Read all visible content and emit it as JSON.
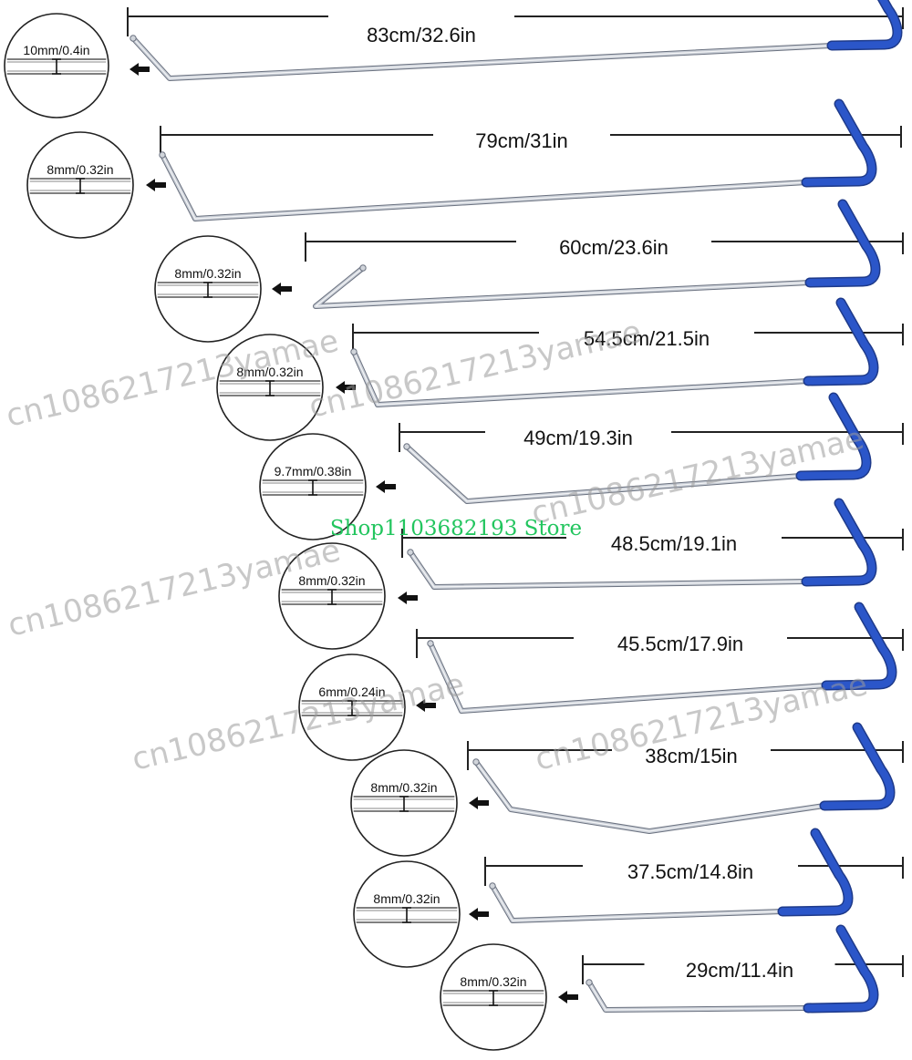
{
  "rods": [
    {
      "length": "83cm/32.6in",
      "diameter": "10mm/0.4in"
    },
    {
      "length": "79cm/31in",
      "diameter": "8mm/0.32in"
    },
    {
      "length": "60cm/23.6in",
      "diameter": "8mm/0.32in"
    },
    {
      "length": "54.5cm/21.5in",
      "diameter": "8mm/0.32in"
    },
    {
      "length": "49cm/19.3in",
      "diameter": "9.7mm/0.38in"
    },
    {
      "length": "48.5cm/19.1in",
      "diameter": "8mm/0.32in"
    },
    {
      "length": "45.5cm/17.9in",
      "diameter": "6mm/0.24in"
    },
    {
      "length": "38cm/15in",
      "diameter": "8mm/0.32in"
    },
    {
      "length": "37.5cm/14.8in",
      "diameter": "8mm/0.32in"
    },
    {
      "length": "29cm/11.4in",
      "diameter": "8mm/0.32in"
    }
  ],
  "watermark": "cn1086217213yamae",
  "store_label": "Shop1103682193 Store",
  "colors": {
    "handle": "#2b56c9",
    "rod": "#c9ced6",
    "ink": "#111111"
  }
}
